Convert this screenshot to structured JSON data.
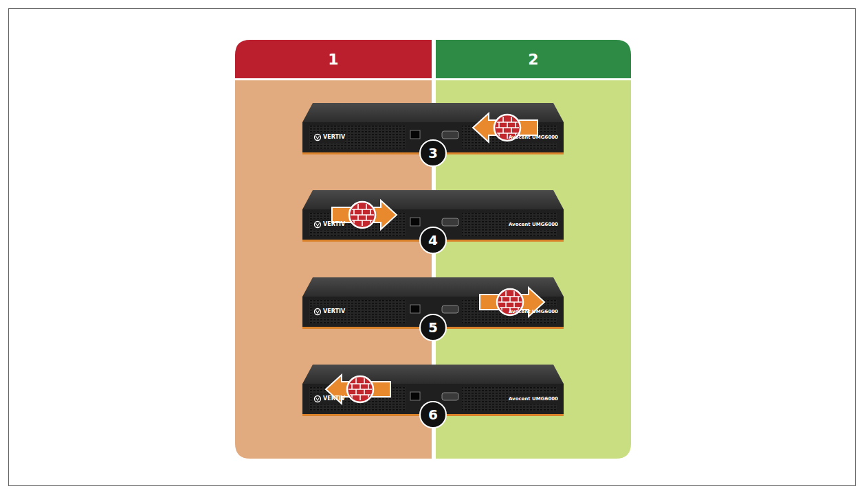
{
  "diagram": {
    "nodes": [
      {
        "text": [
          "1"
        ]
      },
      {
        "text": [
          "2"
        ]
      }
    ],
    "labels": [
      "VERTIV",
      "3",
      "Avocent UMG6000",
      "VERTIV",
      "4",
      "Avocent UMG6000",
      "VERTIV",
      "5",
      "Avocent UMG6000",
      "VERTIV",
      "6",
      "Avocent UMG6000"
    ]
  }
}
